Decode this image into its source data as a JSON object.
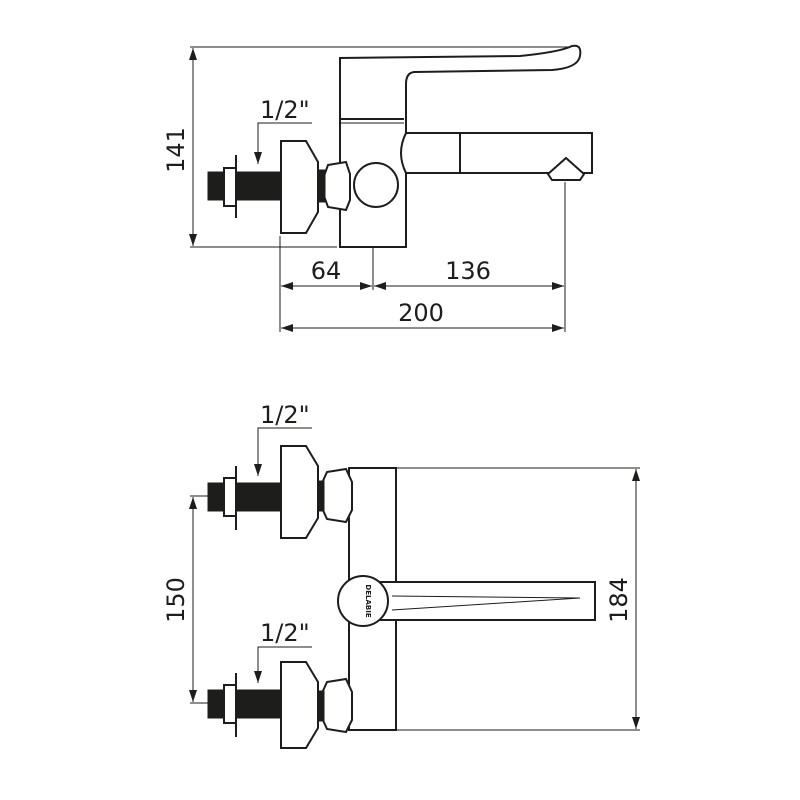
{
  "side_view": {
    "height_dim": "141",
    "thread_label": "1/2\"",
    "dim_inlet_to_body": "64",
    "dim_body_to_outlet": "136",
    "dim_total": "200"
  },
  "top_view": {
    "thread_label_top": "1/2\"",
    "thread_label_bottom": "1/2\"",
    "inlet_spacing_dim": "150",
    "body_height_dim": "184",
    "logo_text": "DELABIE"
  }
}
